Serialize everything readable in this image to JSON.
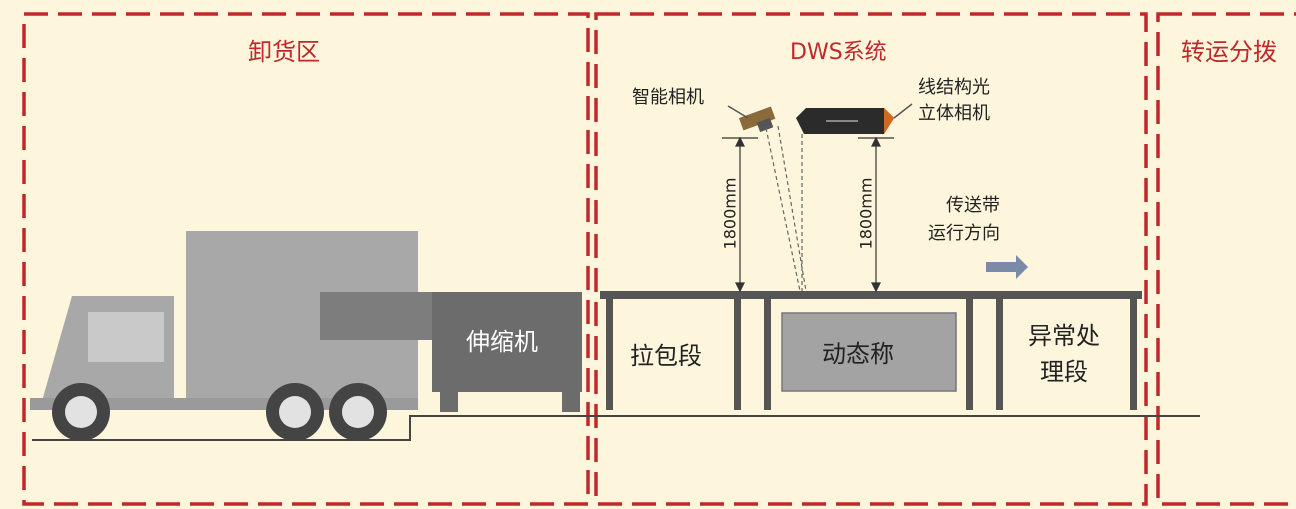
{
  "zones": {
    "unloading": "卸货区",
    "dws": "DWS系统",
    "transfer": "转运分拨"
  },
  "cameras": {
    "smart": "智能相机",
    "line_struct_line1": "线结构光",
    "line_struct_line2": "立体相机"
  },
  "heights": {
    "left": "1800mm",
    "right": "1800mm"
  },
  "conveyor": {
    "direction_line1": "传送带",
    "direction_line2": "运行方向"
  },
  "sections": {
    "telescopic": "伸缩机",
    "pull": "拉包段",
    "dynamic_scale": "动态称",
    "abnormal_line1": "异常处",
    "abnormal_line2": "理段"
  },
  "colors": {
    "zone_border": "#c0282c",
    "background": "#fdf6dc",
    "truck": "#a3a3a3",
    "dark_gray": "#555555"
  }
}
